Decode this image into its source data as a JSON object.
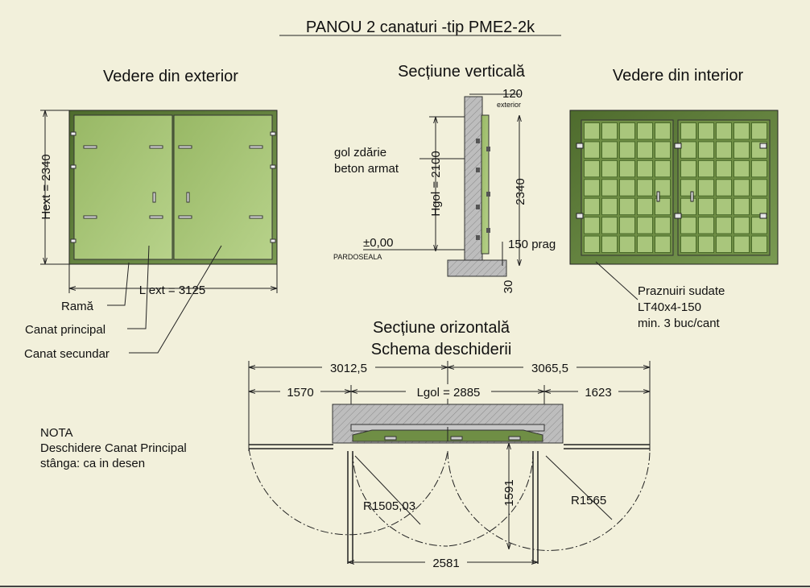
{
  "title": "PANOU  2 canaturi -tip PME2-2k",
  "views": {
    "exterior": {
      "heading": "Vedere din exterior",
      "h_dim": "Hext = 2340",
      "l_dim": "L ext = 3125",
      "callouts": [
        "Ramă",
        "Canat principal",
        "Canat secundar"
      ]
    },
    "vertical": {
      "heading": "Secțiune verticală",
      "dim_120": "120",
      "exterior": "exterior",
      "gol1": "gol zdărie",
      "gol2": "beton armat",
      "hgol": "Hgol = 2100",
      "h2340": "2340",
      "level": "±0,00",
      "floor": "PARDOSEALA",
      "prag": "150 prag",
      "dim_30": "30"
    },
    "interior": {
      "heading": "Vedere din interior",
      "note1": "Praznuiri sudate",
      "note2": "LT40x4-150",
      "note3": "min. 3 buc/cant"
    },
    "horizontal": {
      "heading1": "Secțiune orizontală",
      "heading2": "Schema deschiderii",
      "d_left": "3012,5",
      "d_right": "3065,5",
      "d_1570": "1570",
      "d_lgol": "Lgol = 2885",
      "d_1623": "1623",
      "r_left": "R1505,03",
      "d_1591": "1591",
      "r_right": "R1565",
      "d_2581": "2581"
    },
    "note": {
      "title": "NOTA",
      "line1": "Deschidere Canat Principal",
      "line2": "stânga: ca in desen"
    }
  },
  "colors": {
    "background": "#f2f0db",
    "panel_green": "#a3c272",
    "frame_green": "#5b7a37",
    "concrete": "#b9b9b9"
  }
}
